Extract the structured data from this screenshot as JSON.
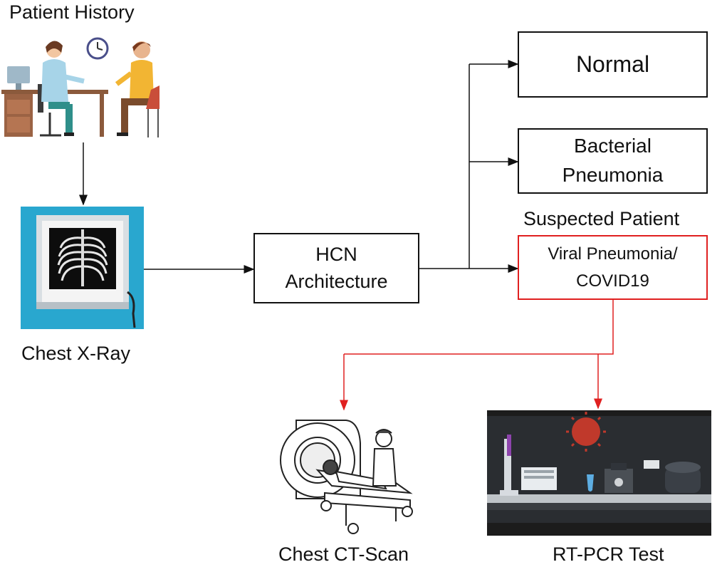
{
  "labels": {
    "patient_history": "Patient History",
    "chest_xray": "Chest X-Ray",
    "suspected_patient": "Suspected Patient",
    "chest_ct_scan": "Chest CT-Scan",
    "rt_pcr_test": "RT-PCR Test"
  },
  "boxes": {
    "hcn": {
      "line1": "HCN",
      "line2": "Architecture"
    },
    "normal": {
      "line1": "Normal"
    },
    "bacterial": {
      "line1": "Bacterial",
      "line2": "Pneumonia"
    },
    "viral": {
      "line1": "Viral Pneumonia/",
      "line2": "COVID19"
    }
  },
  "colors": {
    "line": "#111111",
    "highlight": "#e02020",
    "xray_frame": "#29a7cf",
    "pcr_bg": "#1c1c1c"
  },
  "icons": [
    "doctor-patient-illustration",
    "chest-xray-illustration",
    "ct-scanner-illustration",
    "pcr-lab-illustration"
  ]
}
